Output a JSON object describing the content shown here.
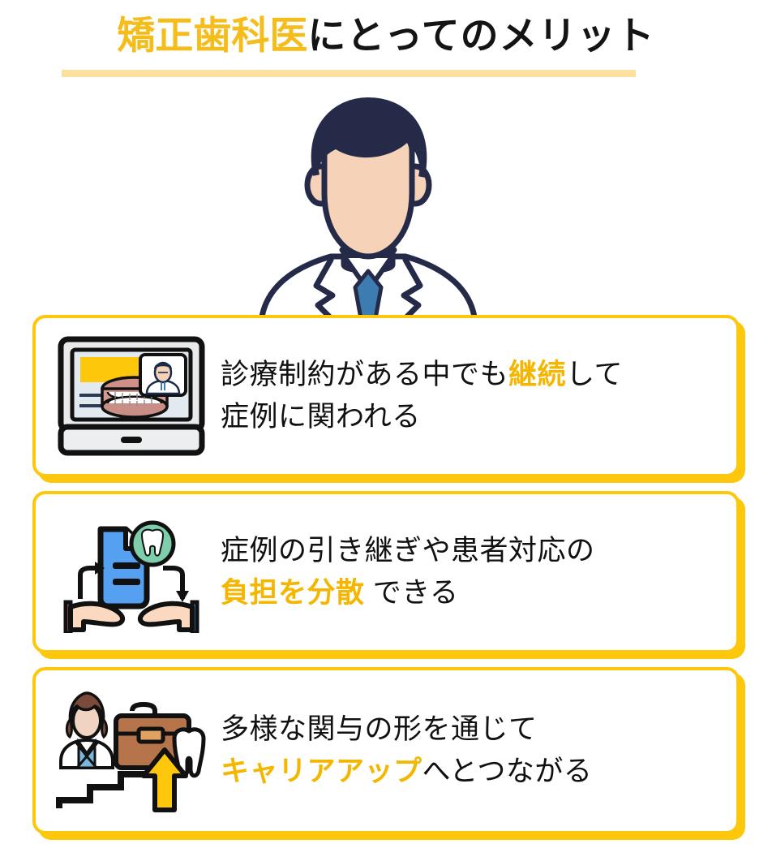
{
  "header": {
    "title_highlight": "矯正歯科医",
    "title_rest": "にとってのメリット",
    "highlight_color": "#f5bd1c",
    "underline_color": "#fbe0a0"
  },
  "hero": {
    "icon_name": "male-dentist-avatar",
    "hair_color": "#252a49",
    "skin_color": "#f6d3b8",
    "coat_color": "#ffffff",
    "tie_color": "#3d7cb0"
  },
  "theme": {
    "accent": "#fdc70c",
    "text": "#111111",
    "highlight_text": "#f5b600"
  },
  "cards": [
    {
      "icon_name": "laptop-teleconsultation-icon",
      "line1_pre": "診療制約がある中でも",
      "line1_hl": "継続",
      "line1_post": "して",
      "line2_pre": "症例に関われる",
      "line2_hl": "",
      "line2_post": ""
    },
    {
      "icon_name": "document-handoff-hands-icon",
      "line1_pre": "症例の引き継ぎや患者対応の",
      "line1_hl": "",
      "line1_post": "",
      "line2_pre": "",
      "line2_hl": "負担を分散",
      "line2_post": " できる"
    },
    {
      "icon_name": "career-stairs-briefcase-icon",
      "line1_pre": "多様な関与の形を通じて",
      "line1_hl": "",
      "line1_post": "",
      "line2_pre": "",
      "line2_hl": "キャリアアップ",
      "line2_post": "へとつながる"
    }
  ]
}
